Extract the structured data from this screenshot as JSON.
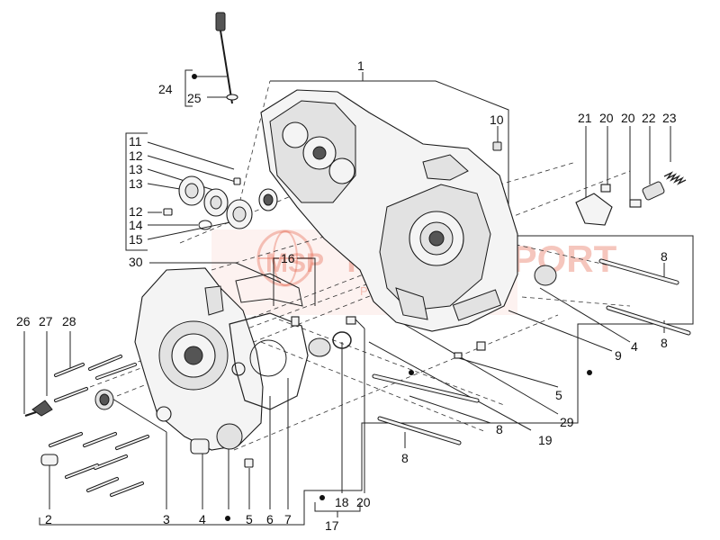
{
  "callouts": [
    {
      "id": "c1",
      "text": "1"
    },
    {
      "id": "c2",
      "text": "2"
    },
    {
      "id": "c3",
      "text": "3"
    },
    {
      "id": "c4a",
      "text": "4"
    },
    {
      "id": "c4b",
      "text": "4"
    },
    {
      "id": "c5a",
      "text": "5"
    },
    {
      "id": "c5b",
      "text": "5"
    },
    {
      "id": "c6",
      "text": "6"
    },
    {
      "id": "c7",
      "text": "7"
    },
    {
      "id": "c8a",
      "text": "8"
    },
    {
      "id": "c8b",
      "text": "8"
    },
    {
      "id": "c8c",
      "text": "8"
    },
    {
      "id": "c8d",
      "text": "8"
    },
    {
      "id": "c9",
      "text": "9"
    },
    {
      "id": "c10",
      "text": "10"
    },
    {
      "id": "c11",
      "text": "11"
    },
    {
      "id": "c12a",
      "text": "12"
    },
    {
      "id": "c12b",
      "text": "12"
    },
    {
      "id": "c13a",
      "text": "13"
    },
    {
      "id": "c13b",
      "text": "13"
    },
    {
      "id": "c14",
      "text": "14"
    },
    {
      "id": "c15",
      "text": "15"
    },
    {
      "id": "c16",
      "text": "16"
    },
    {
      "id": "c17",
      "text": "17"
    },
    {
      "id": "c18",
      "text": "18"
    },
    {
      "id": "c19",
      "text": "19"
    },
    {
      "id": "c20a",
      "text": "20"
    },
    {
      "id": "c20b",
      "text": "20"
    },
    {
      "id": "c20c",
      "text": "20"
    },
    {
      "id": "c21",
      "text": "21"
    },
    {
      "id": "c22",
      "text": "22"
    },
    {
      "id": "c23",
      "text": "23"
    },
    {
      "id": "c24",
      "text": "24"
    },
    {
      "id": "c25",
      "text": "25"
    },
    {
      "id": "c26",
      "text": "26"
    },
    {
      "id": "c27",
      "text": "27"
    },
    {
      "id": "c28",
      "text": "28"
    },
    {
      "id": "c29",
      "text": "29"
    },
    {
      "id": "c30",
      "text": "30"
    }
  ],
  "watermark": {
    "badge": "MSP",
    "brand": "MOTORSPORT",
    "tagline": "PARTS",
    "color": "#e25b42"
  }
}
